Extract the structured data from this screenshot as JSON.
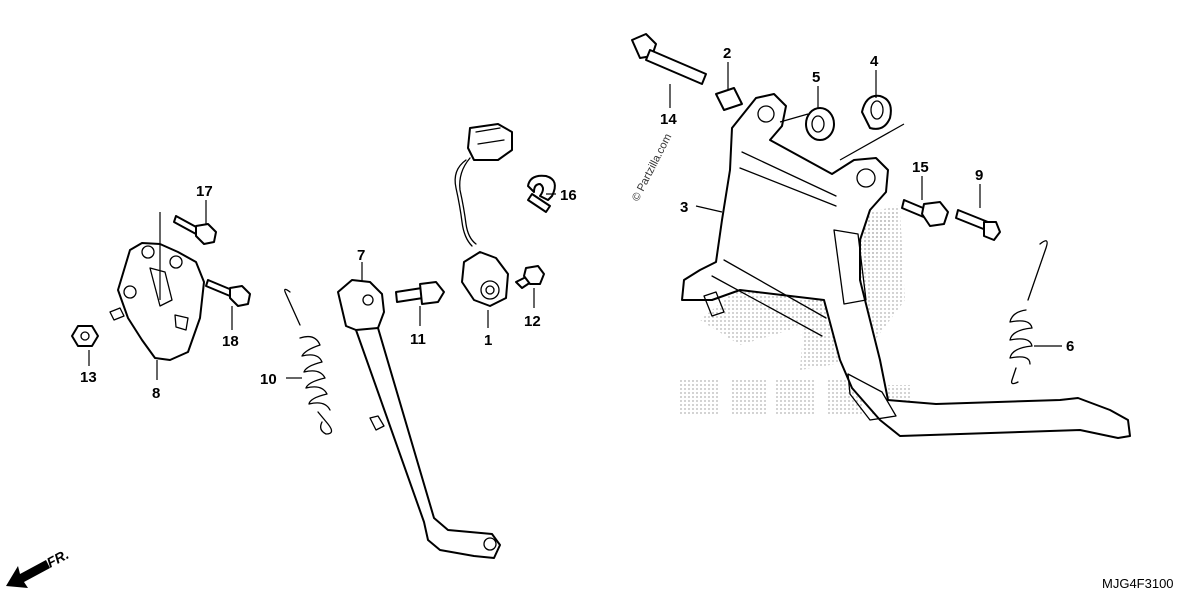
{
  "callouts": {
    "c1": "1",
    "c2": "2",
    "c3": "3",
    "c4": "4",
    "c5": "5",
    "c6": "6",
    "c7": "7",
    "c8": "8",
    "c9": "9",
    "c10": "10",
    "c11": "11",
    "c12": "12",
    "c13": "13",
    "c14": "14",
    "c15": "15",
    "c16": "16",
    "c17": "17",
    "c18": "18"
  },
  "watermark": "© Partzilla.com",
  "part_code": "MJG4F3100",
  "front_label": "FR.",
  "colors": {
    "line": "#000000",
    "background": "#ffffff",
    "watermark_dots": "#b0b0b0"
  }
}
